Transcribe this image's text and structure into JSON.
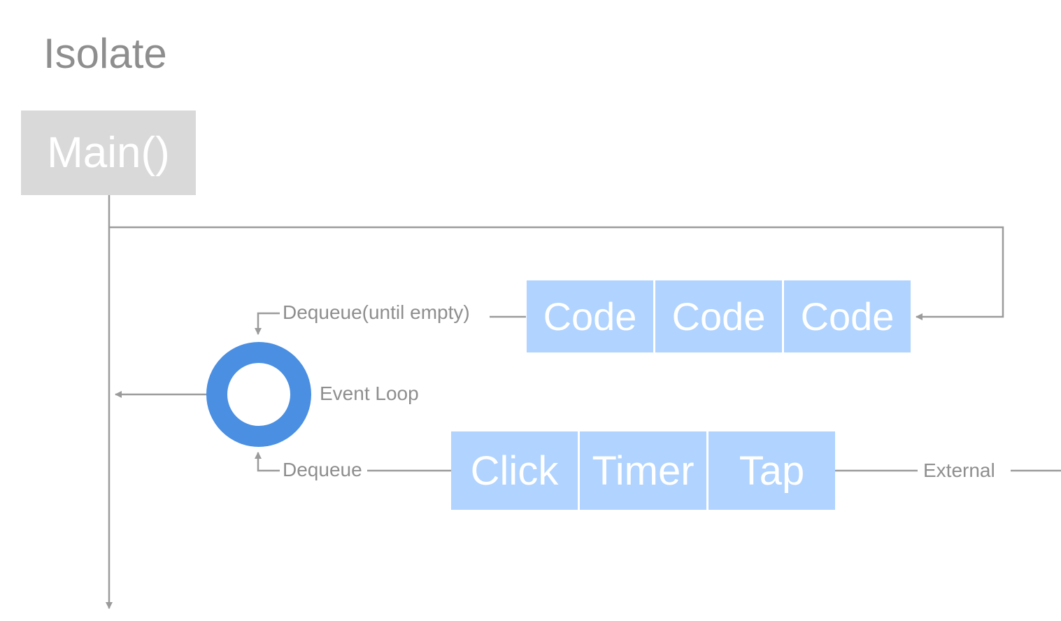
{
  "diagram": {
    "title": "Isolate",
    "entry": "Main()",
    "event_loop_label": "Event Loop",
    "microtask": {
      "dequeue_label": "Dequeue(until empty)",
      "items": [
        "Code",
        "Code",
        "Code"
      ]
    },
    "event_queue": {
      "dequeue_label": "Dequeue",
      "items": [
        "Click",
        "Timer",
        "Tap"
      ],
      "source_label": "External"
    }
  },
  "colors": {
    "queue_cell": "#b0d3ff",
    "event_loop_ring": "#4a8fe2",
    "main_box": "#d9d9d9",
    "line": "#9b9b9b",
    "text": "#8e8e8e"
  }
}
